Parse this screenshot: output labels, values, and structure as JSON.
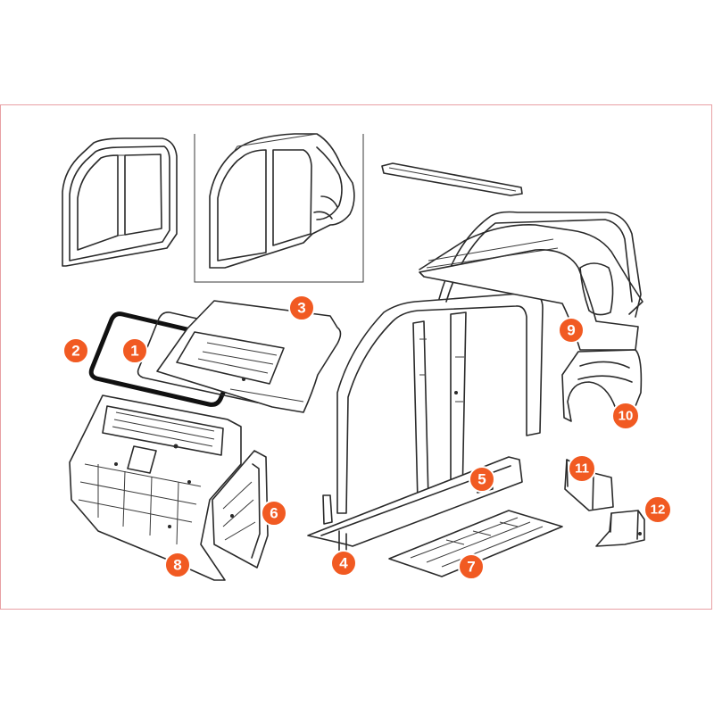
{
  "colors": {
    "frame_border": "#e8a0a4",
    "callout_fill": "#f15a22",
    "callout_text": "#ffffff",
    "line": "#2a2a2a"
  },
  "callouts": [
    {
      "id": "1",
      "label": "1"
    },
    {
      "id": "2",
      "label": "2"
    },
    {
      "id": "3",
      "label": "3"
    },
    {
      "id": "4",
      "label": "4"
    },
    {
      "id": "5",
      "label": "5"
    },
    {
      "id": "6",
      "label": "6"
    },
    {
      "id": "7",
      "label": "7"
    },
    {
      "id": "8",
      "label": "8"
    },
    {
      "id": "9",
      "label": "9"
    },
    {
      "id": "10",
      "label": "10"
    },
    {
      "id": "11",
      "label": "11"
    },
    {
      "id": "12",
      "label": "12"
    }
  ]
}
